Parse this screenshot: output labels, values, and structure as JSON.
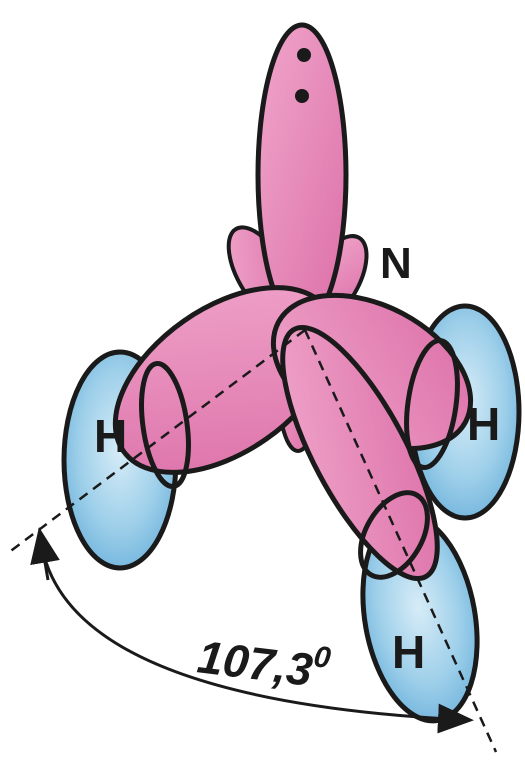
{
  "molecule": {
    "central_atom": "N",
    "hydrogens": [
      "H",
      "H",
      "H"
    ],
    "bond_angle": "107,3",
    "degree_symbol": "0"
  },
  "colors": {
    "orbital_pink": "#e58ab8",
    "orbital_pink_dark": "#d9669f",
    "hydrogen_blue": "#8ec7e6",
    "outline": "#1a1a1a"
  }
}
